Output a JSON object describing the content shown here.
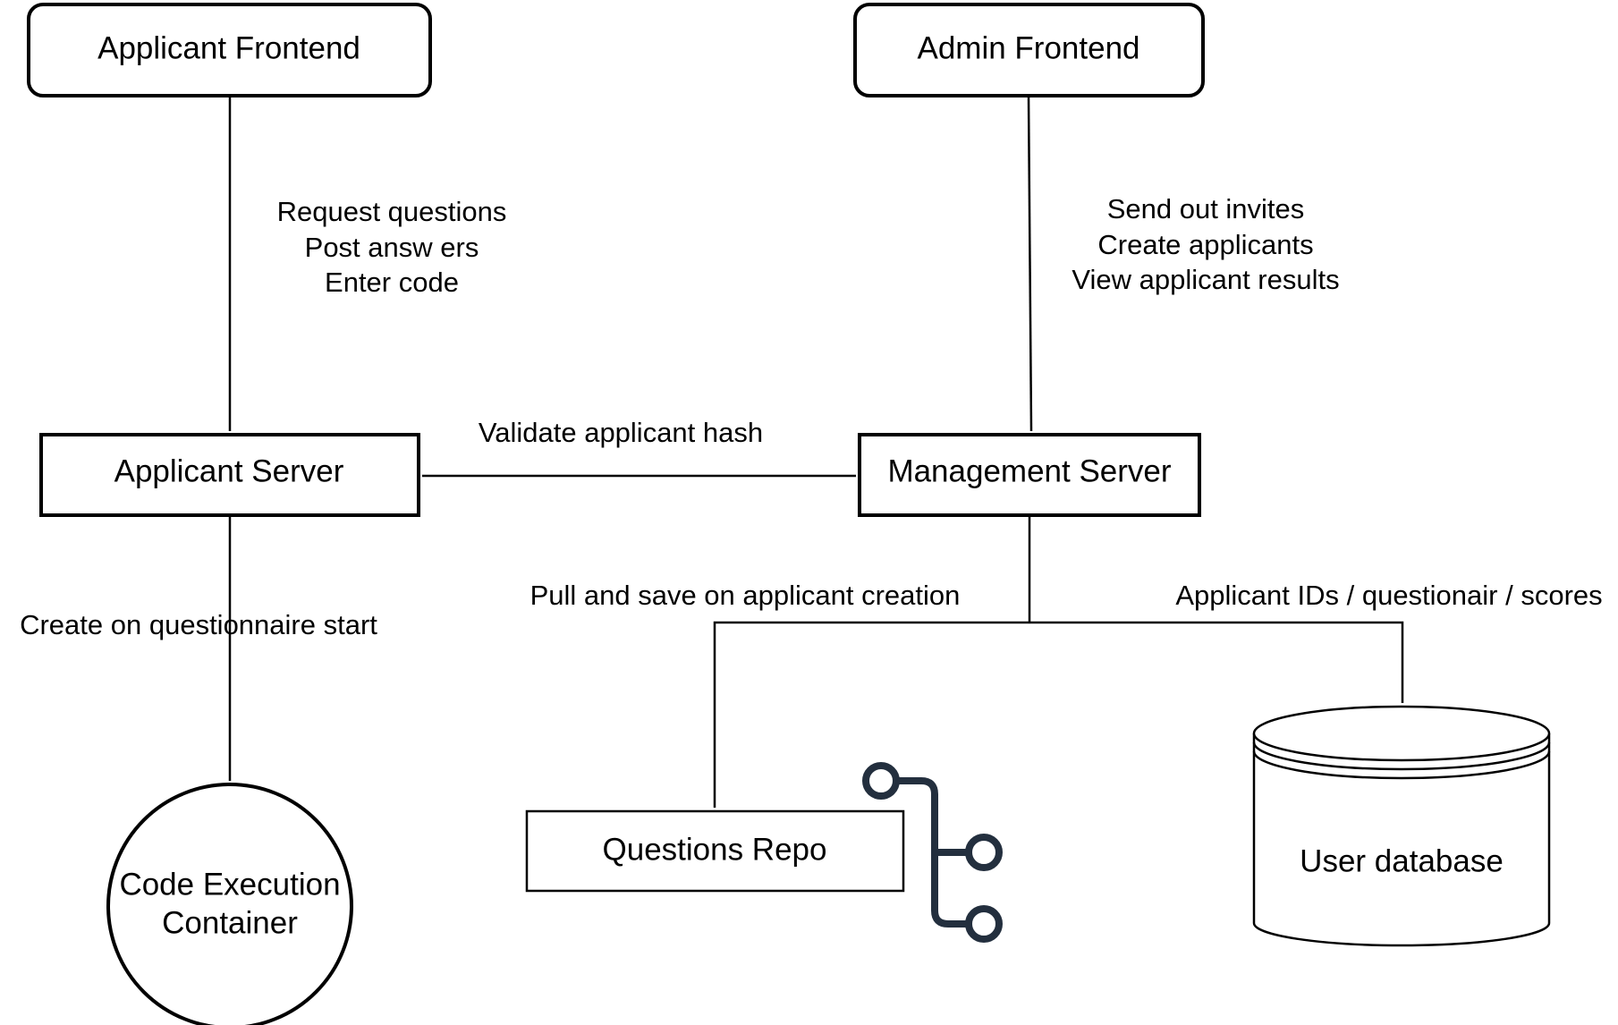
{
  "nodes": {
    "applicant_frontend": "Applicant Frontend",
    "admin_frontend": "Admin Frontend",
    "applicant_server": "Applicant Server",
    "management_server": "Management Server",
    "code_execution_container": [
      "Code Execution",
      "Container"
    ],
    "questions_repo": "Questions Repo",
    "user_database": "User database"
  },
  "edges": {
    "applicant_frontend_to_server": [
      "Request questions",
      "Post answ ers",
      "Enter code"
    ],
    "admin_frontend_to_server": [
      "Send out invites",
      "Create applicants",
      "View  applicant results"
    ],
    "validate": "Validate applicant hash",
    "create_container": "Create on questionnaire start",
    "pull_save": "Pull and save on applicant creation",
    "applicant_ids": "Applicant IDs / questionair / scores"
  },
  "icons": {
    "repo_icon": "git-branch-icon",
    "database_icon": "database-icon"
  },
  "colors": {
    "stroke": "#000000",
    "icon": "#232f3e",
    "background": "#ffffff"
  }
}
